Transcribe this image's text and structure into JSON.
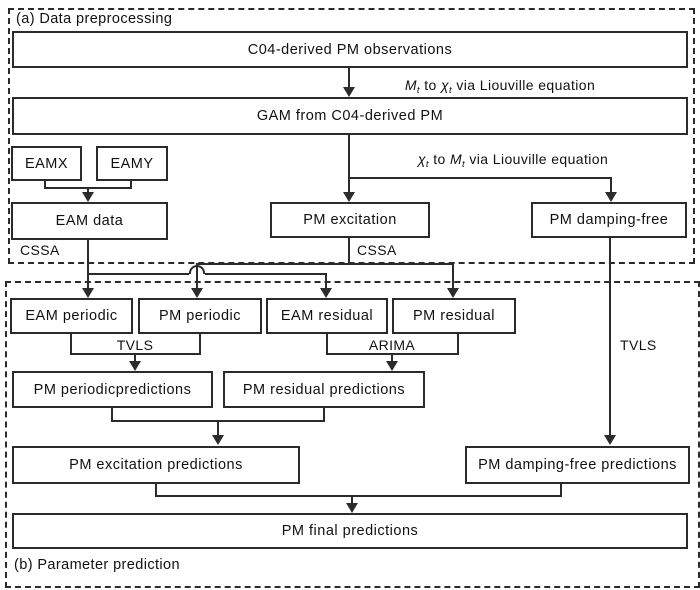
{
  "figure": {
    "panel_a_label": "(a) Data preprocessing",
    "panel_b_label": "(b) Parameter prediction"
  },
  "nodes": {
    "c04": "C04-derived PM observations",
    "gam": "GAM from C04-derived PM",
    "eamx": "EAMX",
    "eamy": "EAMY",
    "eam_data": "EAM data",
    "pm_excitation": "PM excitation",
    "pm_damping_free": "PM damping-free",
    "eam_periodic": "EAM periodic",
    "pm_periodic": "PM periodic",
    "eam_residual": "EAM residual",
    "pm_residual": "PM residual",
    "pm_periodic_predictions": "PM periodicpredictions",
    "pm_residual_predictions": "PM residual predictions",
    "pm_excitation_predictions": "PM excitation predictions",
    "pm_damping_free_predictions": "PM damping-free predictions",
    "pm_final_predictions": "PM final predictions"
  },
  "edge_labels": {
    "cssa_left": "CSSA",
    "cssa_mid": "CSSA",
    "tvls_left": "TVLS",
    "arima": "ARIMA",
    "tvls_right": "TVLS",
    "liouville_forward": {
      "var1": "M",
      "sub1": "t",
      "mid": " to ",
      "var2": "χ",
      "sub2": "t",
      "tail": " via Liouville equation"
    },
    "liouville_inverse": {
      "var1": "χ",
      "sub1": "t",
      "mid": " to ",
      "var2": "M",
      "sub2": "t",
      "tail": " via Liouville equation"
    }
  },
  "colors": {
    "line": "#2b2b2b",
    "background": "#ffffff"
  }
}
